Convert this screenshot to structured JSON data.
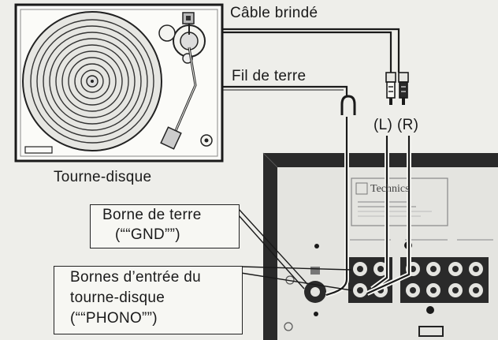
{
  "labels": {
    "shielded_cable": "Câble brindé",
    "ground_wire": "Fil de terre",
    "turntable": "Tourne-disque",
    "left_channel": "(L)",
    "right_channel": "(R)",
    "ground_terminal_line1": "Borne de terre",
    "ground_terminal_line2": "(““GND””)",
    "phono_inputs_line1": "Bornes d’entrée du",
    "phono_inputs_line2": "tourne-disque",
    "phono_inputs_line3": "(““PHONO””)"
  },
  "amplifier": {
    "brand": "Technics"
  },
  "colors": {
    "ink": "#1a1a1a",
    "paper": "#eeeeea",
    "panel": "#e4e4e0",
    "jack": "#2a2a2a"
  }
}
